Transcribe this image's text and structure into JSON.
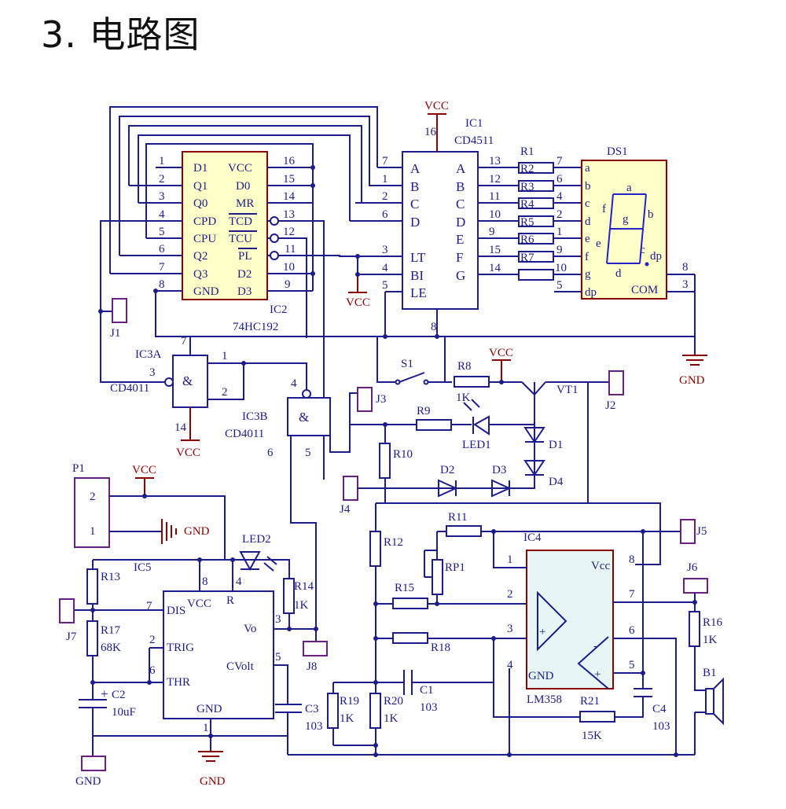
{
  "heading": "3. 电路图",
  "labels": {
    "vcc": "VCC",
    "gnd": "GND",
    "ic1_ref": "IC1",
    "ic1_part": "CD4511",
    "ic2_ref": "IC2",
    "ic2_part": "74HC192",
    "ic3a_ref": "IC3A",
    "ic3a_part": "CD4011",
    "ic3b_ref": "IC3B",
    "ic3b_part": "CD4011",
    "ic4_ref": "IC4",
    "ic4_part": "LM358",
    "ic5_ref": "IC5",
    "ds1_ref": "DS1",
    "s1": "S1",
    "vt1": "VT1",
    "p1": "P1",
    "b1": "B1",
    "led1": "LED1",
    "led2": "LED2",
    "d1": "D1",
    "d2": "D2",
    "d3": "D3",
    "d4": "D4",
    "rp1": "RP1",
    "j1": "J1",
    "j2": "J2",
    "j3": "J3",
    "j4": "J4",
    "j5": "J5",
    "j6": "J6",
    "j7": "J7",
    "j8": "J8",
    "r1": "R1",
    "r2": "R2",
    "r3": "R3",
    "r4": "R4",
    "r5": "R5",
    "r6": "R6",
    "r7": "R7",
    "r8": "R8",
    "r8_val": "1K",
    "r9": "R9",
    "r10": "R10",
    "r11": "R11",
    "r12": "R12",
    "r13": "R13",
    "r14": "R14",
    "r14_val": "1K",
    "r15": "R15",
    "r16": "R16",
    "r16_val": "1K",
    "r17": "R17",
    "r17_val": "68K",
    "r18": "R18",
    "r19": "R19",
    "r19_val": "1K",
    "r20": "R20",
    "r20_val": "1K",
    "r21": "R21",
    "r21_val": "15K",
    "c1": "C1",
    "c1_val": "103",
    "c2": "C2",
    "c2_val": "10uF",
    "c3": "C3",
    "c3_val": "103",
    "c4": "C4",
    "c4_val": "103",
    "and_sym": "&",
    "plus": "+",
    "minus": "-"
  },
  "ic2_pins": {
    "left": [
      {
        "num": "1",
        "name": "D1"
      },
      {
        "num": "2",
        "name": "Q1"
      },
      {
        "num": "3",
        "name": "Q0"
      },
      {
        "num": "4",
        "name": "CPD"
      },
      {
        "num": "5",
        "name": "CPU"
      },
      {
        "num": "6",
        "name": "Q2"
      },
      {
        "num": "7",
        "name": "Q3"
      },
      {
        "num": "8",
        "name": "GND"
      }
    ],
    "right": [
      {
        "num": "16",
        "name": "VCC"
      },
      {
        "num": "15",
        "name": "D0"
      },
      {
        "num": "14",
        "name": "MR"
      },
      {
        "num": "13",
        "name": "TCD"
      },
      {
        "num": "12",
        "name": "TCU"
      },
      {
        "num": "11",
        "name": "PL"
      },
      {
        "num": "10",
        "name": "D2"
      },
      {
        "num": "9",
        "name": "D3"
      }
    ]
  },
  "ic1_pins": {
    "left": [
      {
        "num": "7",
        "name": "A"
      },
      {
        "num": "1",
        "name": "B"
      },
      {
        "num": "2",
        "name": "C"
      },
      {
        "num": "6",
        "name": "D"
      },
      {
        "num": "3",
        "name": "LT"
      },
      {
        "num": "4",
        "name": "BI"
      },
      {
        "num": "5",
        "name": "LE"
      }
    ],
    "right": [
      {
        "num": "13",
        "name": "A"
      },
      {
        "num": "12",
        "name": "B"
      },
      {
        "num": "11",
        "name": "C"
      },
      {
        "num": "10",
        "name": "D"
      },
      {
        "num": "9",
        "name": "E"
      },
      {
        "num": "15",
        "name": "F"
      },
      {
        "num": "14",
        "name": "G"
      }
    ],
    "vcc_pin": "16",
    "gnd_pin": "8"
  },
  "ds1_pins": [
    {
      "num": "7",
      "name": "a"
    },
    {
      "num": "6",
      "name": "b"
    },
    {
      "num": "4",
      "name": "c"
    },
    {
      "num": "2",
      "name": "d"
    },
    {
      "num": "1",
      "name": "e"
    },
    {
      "num": "9",
      "name": "f"
    },
    {
      "num": "10",
      "name": "g"
    },
    {
      "num": "5",
      "name": "dp"
    }
  ],
  "ds1_com": {
    "name": "COM",
    "pin_a": "8",
    "pin_b": "3"
  },
  "ds1_segments": {
    "a": "a",
    "b": "b",
    "c": "c",
    "d": "d",
    "e": "e",
    "f": "f",
    "g": "g",
    "dp": "dp"
  },
  "ic3a_pins": {
    "out": "3",
    "in1": "1",
    "in2": "2",
    "vcc": "14",
    "gnd": "7"
  },
  "ic3b_pins": {
    "out": "4",
    "in1": "6",
    "in2": "5"
  },
  "ic5_pins": {
    "dis": {
      "num": "7",
      "name": "DIS"
    },
    "trig": {
      "num": "2",
      "name": "TRIG"
    },
    "thr": {
      "num": "6",
      "name": "THR"
    },
    "vcc": {
      "num": "8",
      "name": "VCC"
    },
    "r": {
      "num": "4",
      "name": "R"
    },
    "vo": {
      "num": "3",
      "name": "Vo"
    },
    "cvolt": {
      "num": "5",
      "name": "CVolt"
    },
    "gnd": {
      "num": "1",
      "name": "GND"
    }
  },
  "ic4_pins": {
    "p1": "1",
    "p2": "2",
    "p3": "3",
    "p4": "4",
    "p5": "5",
    "p6": "6",
    "p7": "7",
    "p8": "8",
    "vcc": "Vcc",
    "gnd": "GND"
  },
  "p1_pins": {
    "a": "2",
    "b": "1"
  }
}
